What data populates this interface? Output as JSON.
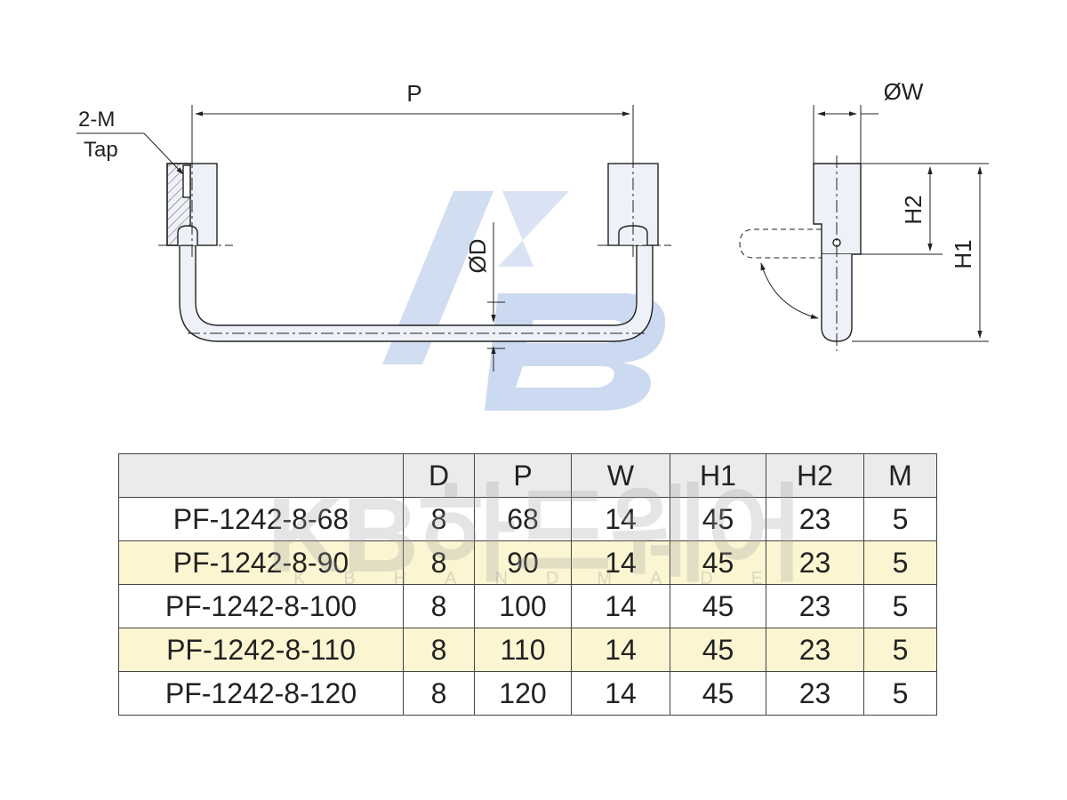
{
  "drawing": {
    "front_view": {
      "dim_pitch": "P",
      "dim_diameter": "ØD",
      "tap_callout_line1": "2-M",
      "tap_callout_line2": "Tap"
    },
    "side_view": {
      "dim_width": "ØW",
      "dim_h1": "H1",
      "dim_h2": "H2"
    },
    "watermark": "KB",
    "colors": {
      "line": "#222222",
      "fill": "#eef2f8",
      "watermark": "#b9cbe8"
    }
  },
  "table": {
    "headers": [
      "",
      "D",
      "P",
      "W",
      "H1",
      "H2",
      "M"
    ],
    "rows": [
      [
        "PF-1242-8-68",
        "8",
        "68",
        "14",
        "45",
        "23",
        "5"
      ],
      [
        "PF-1242-8-90",
        "8",
        "90",
        "14",
        "45",
        "23",
        "5"
      ],
      [
        "PF-1242-8-100",
        "8",
        "100",
        "14",
        "45",
        "23",
        "5"
      ],
      [
        "PF-1242-8-110",
        "8",
        "110",
        "14",
        "45",
        "23",
        "5"
      ],
      [
        "PF-1242-8-120",
        "8",
        "120",
        "14",
        "45",
        "23",
        "5"
      ]
    ],
    "row_colors": {
      "highlight": "#fbf5d2",
      "header": "#ebebeb"
    }
  },
  "table_watermark": {
    "main": "KB하드웨어",
    "sub": "KBHANDMADE"
  }
}
